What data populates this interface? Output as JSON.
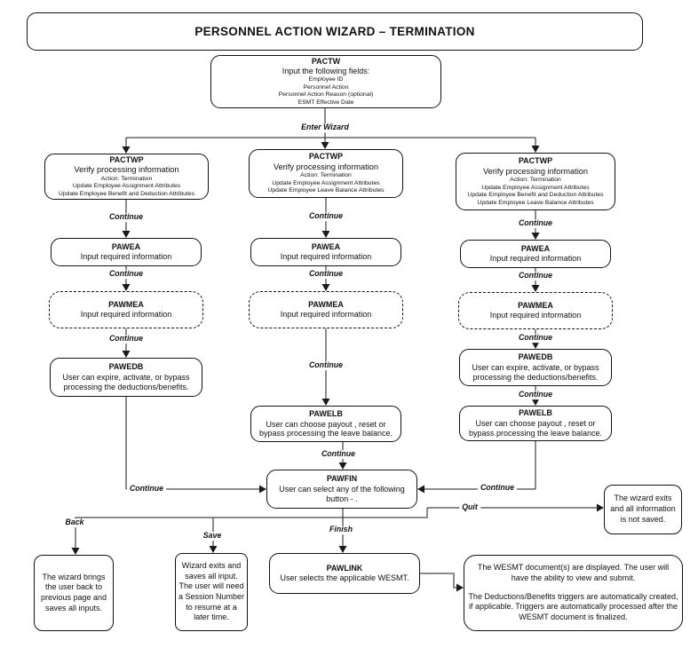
{
  "title": "PERSONNEL ACTION WIZARD – TERMINATION",
  "labels": {
    "enter_wizard": "Enter Wizard",
    "continue": "Continue",
    "back": "Back",
    "save": "Save",
    "finish": "Finish",
    "quit": "Quit"
  },
  "boxes": {
    "pactw": {
      "name": "PACTW",
      "subtitle": "Input the following fields:",
      "fields": [
        "Employee ID",
        "Personnel Action",
        "Personnel Action Reason (optional)",
        "ESMT Effective Date"
      ]
    },
    "pactwp_left": {
      "name": "PACTWP",
      "subtitle": "Verify processing information",
      "details": [
        "Action:  Termination",
        "Update Employee Assignment Attributes",
        "Update Employee Benefit and Deduction Attributes"
      ]
    },
    "pactwp_middle": {
      "name": "PACTWP",
      "subtitle": "Verify processing information",
      "details": [
        "Action:  Termination",
        "Update Employee Assignment Attributes",
        "Update Employee Leave Balance Attributes"
      ]
    },
    "pactwp_right": {
      "name": "PACTWP",
      "subtitle": "Verify processing information",
      "details": [
        "Action:  Termination",
        "Update Employee Assignment Attributes",
        "Update Employee Benefit and Deduction Attributes",
        "Update Employee Leave Balance Attributes"
      ]
    },
    "pawea": {
      "name": "PAWEA",
      "text": "Input required information"
    },
    "pawmea": {
      "name": "PAWMEA",
      "text": "Input required information"
    },
    "pawedb": {
      "name": "PAWEDB",
      "text": "User can expire, activate, or bypass processing the deductions/benefits."
    },
    "pawelb": {
      "name": "PAWELB",
      "text": "User can choose payout , reset or bypass processing the leave balance."
    },
    "pawfin": {
      "name": "PAWFIN",
      "text": "User can select any of the following button - ."
    },
    "pawlink": {
      "name": "PAWLINK",
      "text": "User selects the applicable WESMT."
    }
  },
  "notes": {
    "back": "The wizard brings the user back to previous page and saves all inputs.",
    "save": "Wizard exits and saves all input.  The user will need a  Session Number to resume at a later time.",
    "quit": "The wizard exits and all information is not saved.",
    "wesmt_p1": "The WESMT document(s) are displayed.  The user will have the ability to view and submit.",
    "wesmt_p2": "The Deductions/Benefits triggers are automatically created, if applicable.  Triggers are automatically processed after the WESMT document is finalized."
  },
  "colors": {
    "line": "#1a1a1a",
    "gray_line": "#8c8c8c",
    "background": "#ffffff"
  }
}
